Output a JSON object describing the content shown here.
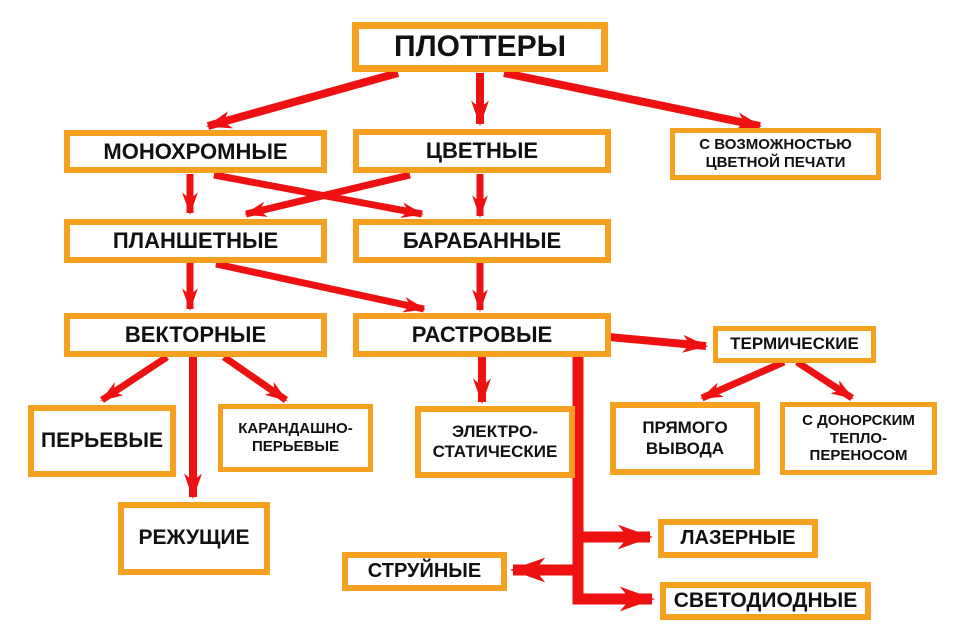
{
  "diagram_title": "ПЛОТТЕРЫ",
  "colors": {
    "box_border": "#F5A01E",
    "arrow": "#EE1111",
    "text": "#111111",
    "background": "#FFFFFF"
  },
  "nodes": {
    "plotters": {
      "label": "ПЛОТТЕРЫ"
    },
    "monochrome": {
      "label": "МОНОХРОМНЫЕ"
    },
    "color": {
      "label": "ЦВЕТНЫЕ"
    },
    "color_capable": {
      "label": "С ВОЗМОЖНОСТЬЮ\nЦВЕТНОЙ ПЕЧАТИ"
    },
    "flatbed": {
      "label": "ПЛАНШЕТНЫЕ"
    },
    "drum": {
      "label": "БАРАБАННЫЕ"
    },
    "vector": {
      "label": "ВЕКТОРНЫЕ"
    },
    "raster": {
      "label": "РАСТРОВЫЕ"
    },
    "thermal": {
      "label": "ТЕРМИЧЕСКИЕ"
    },
    "pen": {
      "label": "ПЕРЬЕВЫЕ"
    },
    "pencil_pen": {
      "label": "КАРАНДАШНО-\nПЕРЬЕВЫЕ"
    },
    "electrostatic": {
      "label": "ЭЛЕКТРО-\nСТАТИЧЕСКИЕ"
    },
    "direct_output": {
      "label": "ПРЯМОГО\nВЫВОДА"
    },
    "donor_transfer": {
      "label": "С ДОНОРСКИМ\nТЕПЛО-\nПЕРЕНОСОМ"
    },
    "cutting": {
      "label": "РЕЖУЩИЕ"
    },
    "inkjet": {
      "label": "СТРУЙНЫЕ"
    },
    "laser": {
      "label": "ЛАЗЕРНЫЕ"
    },
    "led": {
      "label": "СВЕТОДИОДНЫЕ"
    }
  },
  "edges": [
    {
      "from": "plotters",
      "to": "monochrome"
    },
    {
      "from": "plotters",
      "to": "color"
    },
    {
      "from": "plotters",
      "to": "color_capable"
    },
    {
      "from": "monochrome",
      "to": "flatbed"
    },
    {
      "from": "monochrome",
      "to": "drum"
    },
    {
      "from": "color",
      "to": "flatbed"
    },
    {
      "from": "color",
      "to": "drum"
    },
    {
      "from": "flatbed",
      "to": "vector"
    },
    {
      "from": "flatbed",
      "to": "raster"
    },
    {
      "from": "drum",
      "to": "raster"
    },
    {
      "from": "raster",
      "to": "thermal"
    },
    {
      "from": "vector",
      "to": "pen"
    },
    {
      "from": "vector",
      "to": "pencil_pen"
    },
    {
      "from": "vector",
      "to": "cutting"
    },
    {
      "from": "raster",
      "to": "electrostatic"
    },
    {
      "from": "raster",
      "to": "laser"
    },
    {
      "from": "raster",
      "to": "inkjet"
    },
    {
      "from": "raster",
      "to": "led"
    },
    {
      "from": "thermal",
      "to": "direct_output"
    },
    {
      "from": "thermal",
      "to": "donor_transfer"
    }
  ]
}
